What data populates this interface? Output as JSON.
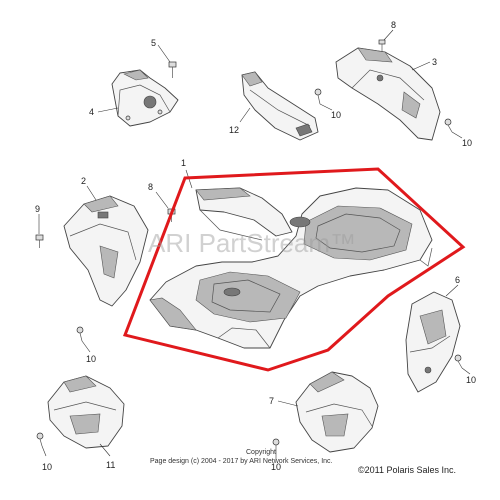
{
  "diagram": {
    "callouts": {
      "c1": "1",
      "c2": "2",
      "c3": "3",
      "c4": "4",
      "c5": "5",
      "c6": "6",
      "c7": "7",
      "c8a": "8",
      "c8b": "8",
      "c9": "9",
      "c10a": "10",
      "c10b": "10",
      "c10c": "10",
      "c10d": "10",
      "c10e": "10",
      "c10f": "10",
      "c11": "11",
      "c12": "12"
    },
    "watermark": "ARI PartStream™",
    "copyright_label": "Copyright",
    "copyright_line": "Page design (c) 2004 - 2017 by ARI Network Services, Inc.",
    "brand_copyright": "©2011 Polaris Sales Inc.",
    "highlight_color": "#e0191c"
  }
}
